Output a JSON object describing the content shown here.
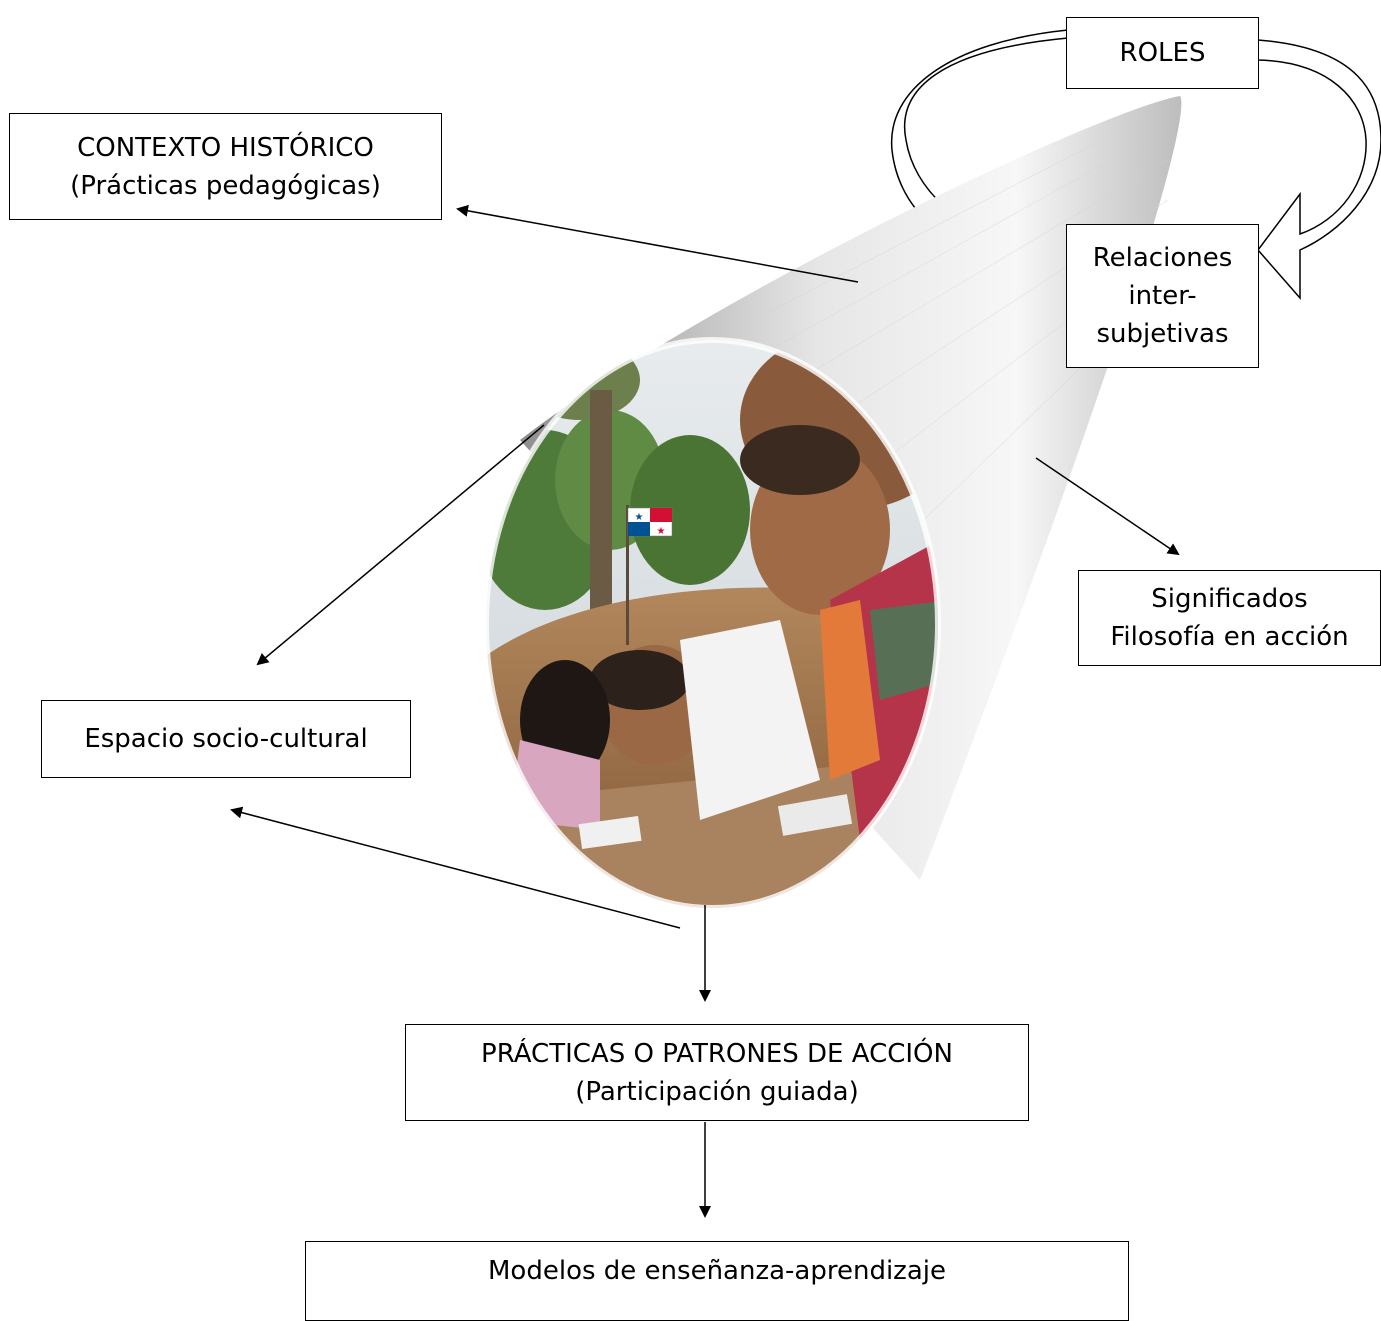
{
  "nodes": {
    "roles": "ROLES",
    "contexto": {
      "line1": "CONTEXTO HISTÓRICO",
      "line2": "(Prácticas pedagógicas)"
    },
    "relaciones": {
      "line1": "Relaciones",
      "line2": "inter-",
      "line3": "subjetivas"
    },
    "significados": {
      "line1": "Significados",
      "line2": "Filosofía en acción"
    },
    "espacio": "Espacio socio-cultural",
    "practicas": {
      "line1": "PRÁCTICAS O PATRONES DE ACCIÓN",
      "line2": "(Participación guiada)"
    },
    "modelos": "Modelos de enseñanza-aprendizaje"
  },
  "photo": {
    "subject": "children-writing-outdoors-photo",
    "flag": "panama-flag"
  },
  "colors": {
    "line": "#000000",
    "cone_light": "#f2f2f2",
    "cone_dark": "#9a9a9a"
  }
}
